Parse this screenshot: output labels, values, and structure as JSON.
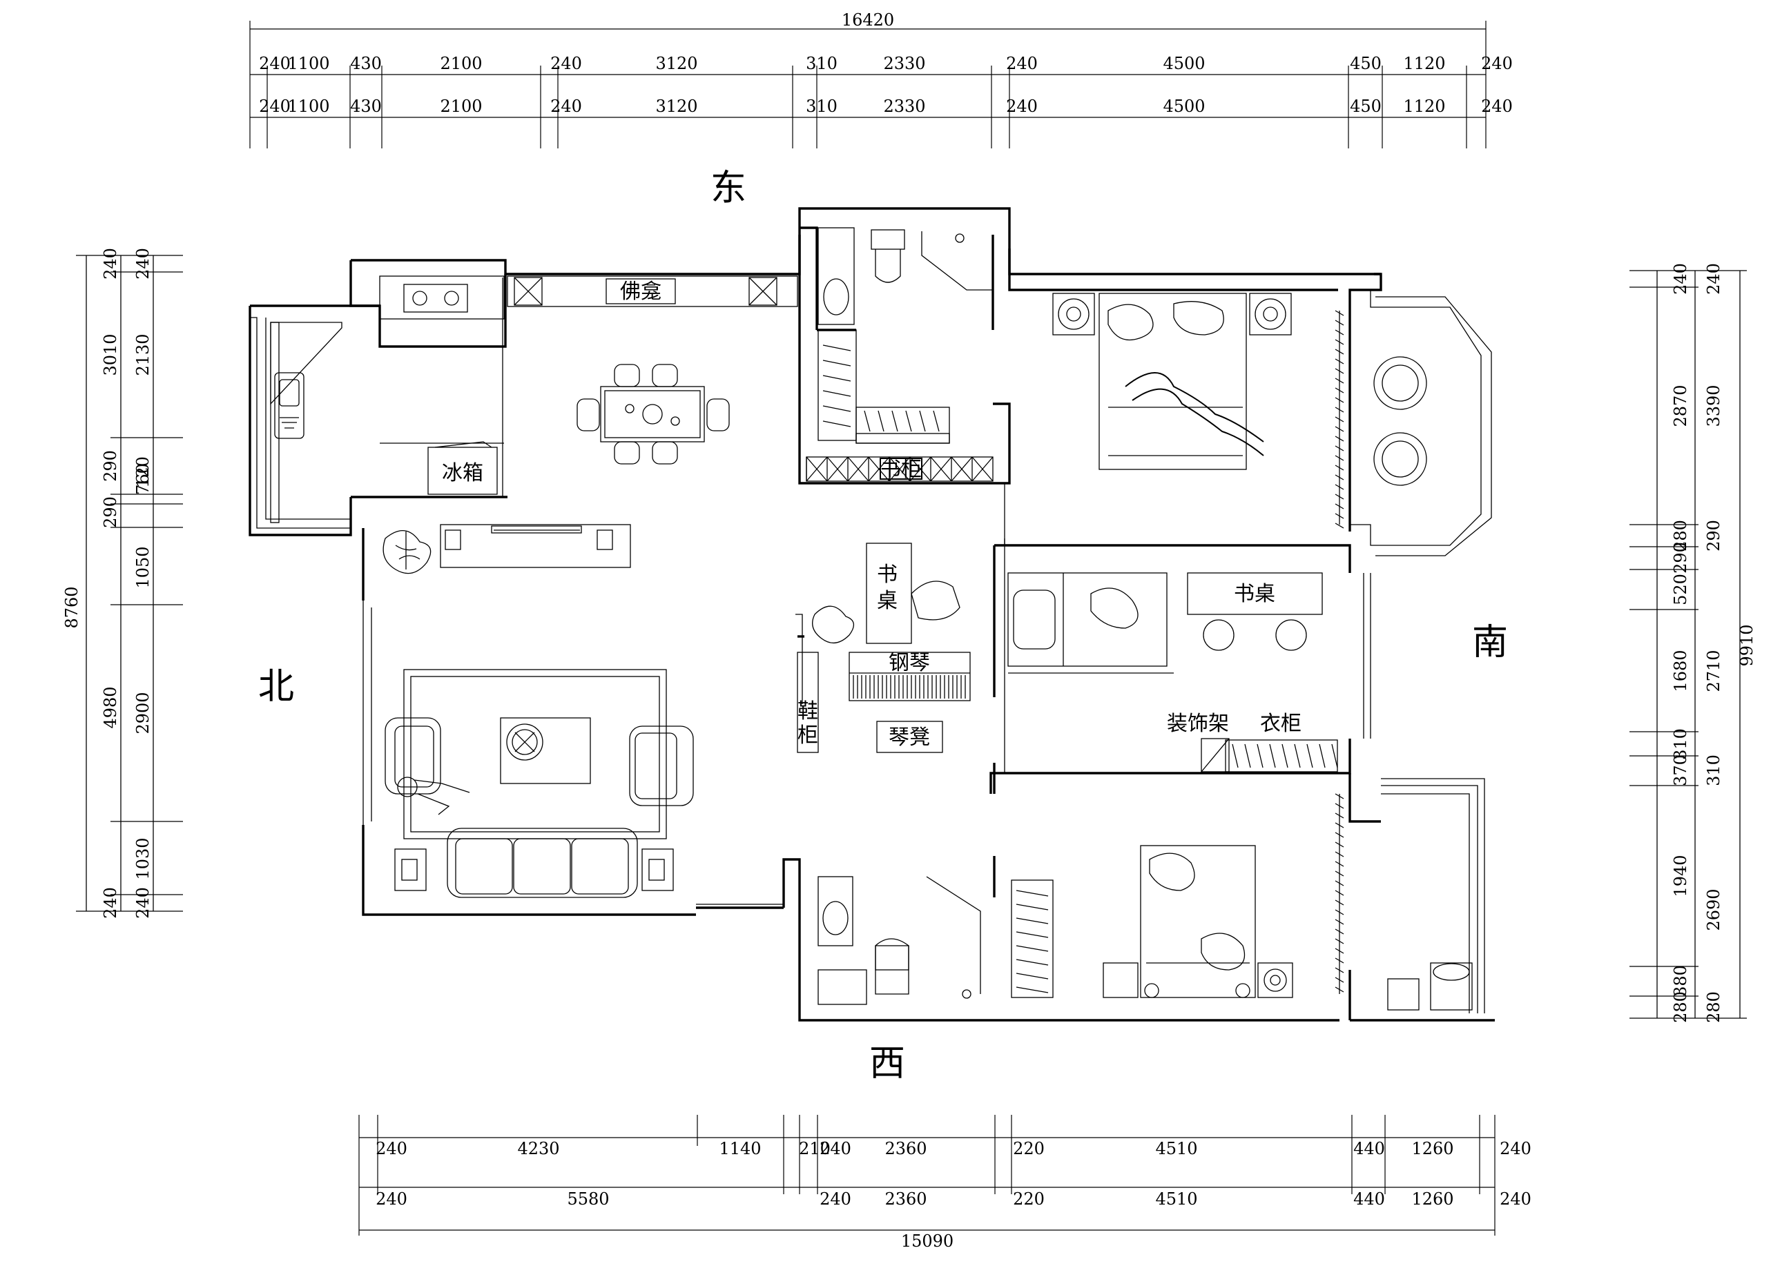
{
  "directions": {
    "east": "东",
    "west": "西",
    "south": "南",
    "north": "北"
  },
  "room_labels": {
    "buddha_shrine": "佛龛",
    "fridge": "冰箱",
    "bookcase": "书柜",
    "desk_top": "书",
    "desk_bottom": "桌",
    "desk_room": "书桌",
    "piano": "钢琴",
    "piano_bench": "琴凳",
    "shoe_top": "鞋",
    "shoe_bottom": "柜",
    "deco_shelf": "装饰架",
    "wardrobe": "衣柜"
  },
  "dims": {
    "top_total": "16420",
    "top_row": [
      "240",
      "1100",
      "430",
      "2100",
      "240",
      "3120",
      "310",
      "2330",
      "240",
      "4500",
      "450",
      "1120",
      "240"
    ],
    "bottom_total": "15090",
    "bottom_row1": [
      "240",
      "4230",
      "1140",
      "210",
      "240",
      "2360",
      "220",
      "4510",
      "440",
      "1260",
      "240"
    ],
    "bottom_row2": [
      "240",
      "5580",
      "240",
      "2360",
      "220",
      "4510",
      "440",
      "1260",
      "240"
    ],
    "left_total": "8760",
    "left_mid": [
      "240",
      "3010",
      "290",
      "290",
      "4980",
      "240"
    ],
    "left_inner": [
      "240",
      "2130",
      "120",
      "760",
      "1050",
      "2900",
      "1030",
      "240"
    ],
    "right_total": "9910",
    "right_mid": [
      "240",
      "3390",
      "290",
      "2710",
      "310",
      "2690",
      "280"
    ],
    "right_inner": [
      "240",
      "2870",
      "280",
      "290",
      "520",
      "1680",
      "310",
      "370",
      "1940",
      "380",
      "280"
    ]
  }
}
